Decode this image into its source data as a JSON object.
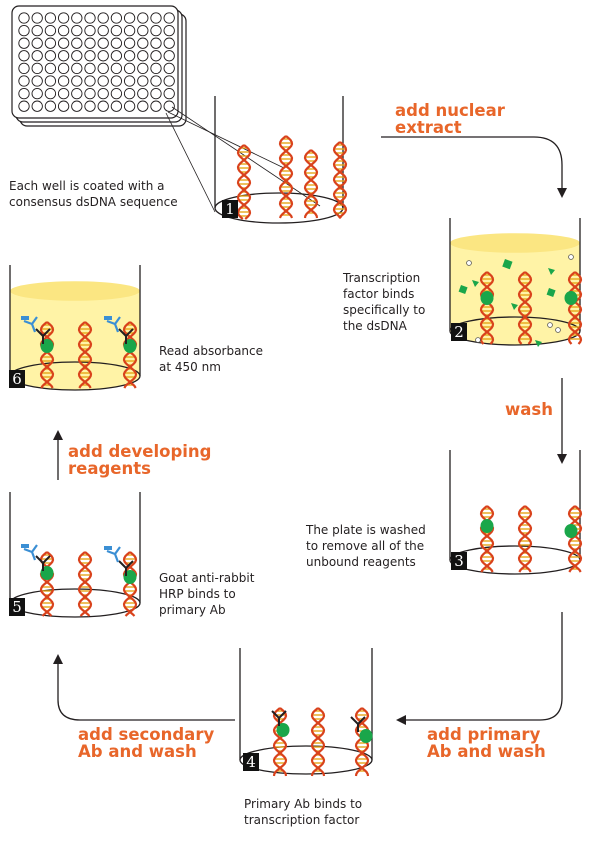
{
  "colors": {
    "action_text": "#e8662a",
    "outline": "#231f20",
    "dna_strand": "#d9421c",
    "dna_rung": "#e6a619",
    "transcription_factor": "#1aa64a",
    "secondary_antibody_hrp": "#3b8fd4",
    "well_liquid": "#fff3a6",
    "well_liquid_top": "#fbe682"
  },
  "intro_label": [
    "Each well is coated with a",
    "consensus dsDNA sequence"
  ],
  "actions": {
    "add_nuclear_extract": [
      "add nuclear",
      "extract"
    ],
    "wash": [
      "wash"
    ],
    "add_primary_ab": [
      "add primary",
      "Ab and wash"
    ],
    "add_secondary_ab": [
      "add secondary",
      "Ab and wash"
    ],
    "add_developing_reagents": [
      "add developing",
      "reagents"
    ]
  },
  "wells": [
    {
      "step": "1",
      "caption": []
    },
    {
      "step": "2",
      "caption": [
        "Transcription",
        "factor binds",
        "specifically to",
        "the dsDNA"
      ]
    },
    {
      "step": "3",
      "caption": [
        "The plate is washed",
        "to remove all of the",
        "unbound reagents"
      ]
    },
    {
      "step": "4",
      "caption": [
        "Primary Ab binds to",
        "transcription factor"
      ]
    },
    {
      "step": "5",
      "caption": [
        "Goat anti-rabbit",
        "HRP binds to",
        "primary Ab"
      ]
    },
    {
      "step": "6",
      "caption": [
        "Read absorbance",
        "at 450 nm"
      ]
    }
  ],
  "icons": {
    "plate": "96-well-plate-icon",
    "dna": "dna-helix-icon",
    "primary_ab": "primary-antibody-icon",
    "secondary_ab": "hrp-secondary-antibody-icon",
    "factor": "transcription-factor-icon"
  }
}
